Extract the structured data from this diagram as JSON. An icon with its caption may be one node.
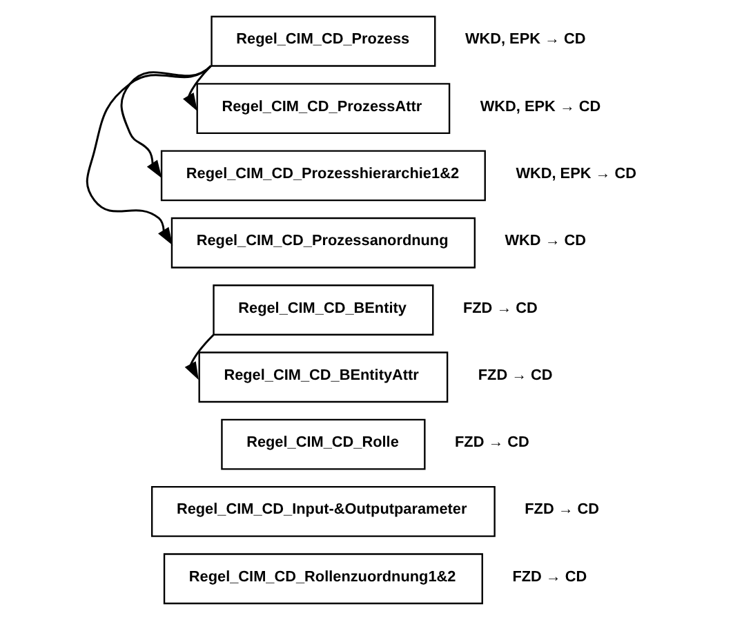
{
  "diagram": {
    "nodes": [
      {
        "text": [
          "Regel_CIM_CD_Prozess"
        ],
        "beside": [
          "WKD, EPK → CD"
        ]
      },
      {
        "text": [
          "Regel_CIM_CD_ProzessAttr"
        ],
        "beside": [
          "WKD, EPK → CD"
        ]
      },
      {
        "text": [
          "Regel_CIM_CD_Prozesshierarchie1&2"
        ],
        "beside": [
          "WKD, EPK → CD"
        ]
      },
      {
        "text": [
          "Regel_CIM_CD_Prozessanordnung"
        ],
        "beside": [
          "WKD → CD"
        ]
      },
      {
        "text": [
          "Regel_CIM_CD_BEntity"
        ],
        "beside": [
          "FZD → CD"
        ]
      },
      {
        "text": [
          "Regel_CIM_CD_BEntityAttr"
        ],
        "beside": [
          "FZD → CD"
        ]
      },
      {
        "text": [
          "Regel_CIM_CD_Rolle"
        ],
        "beside": [
          "FZD → CD"
        ]
      },
      {
        "text": [
          "Regel_CIM_CD_Input-&Outputparameter"
        ],
        "beside": [
          "FZD → CD"
        ]
      },
      {
        "text": [
          "Regel_CIM_CD_Rollenzuordnung1&2"
        ],
        "beside": [
          "FZD → CD"
        ]
      }
    ],
    "edges": [
      {
        "from": 0,
        "to": 1,
        "arrow": "to"
      },
      {
        "from": 0,
        "to": 2,
        "arrow": "to"
      },
      {
        "from": 0,
        "to": 3,
        "arrow": "to"
      },
      {
        "from": 4,
        "to": 5,
        "arrow": "to"
      }
    ]
  }
}
